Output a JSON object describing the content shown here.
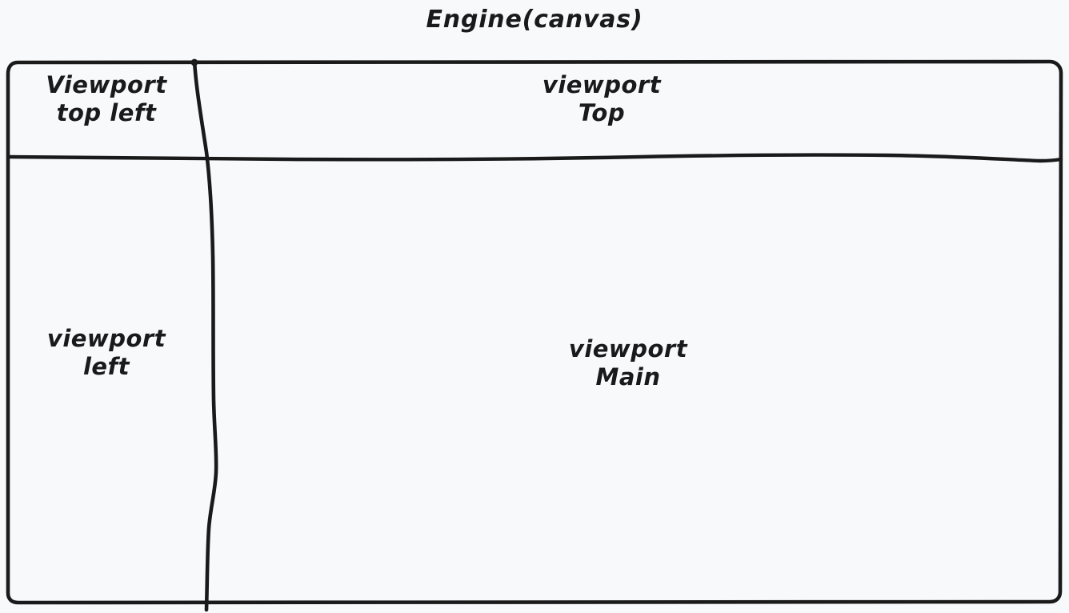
{
  "canvas": {
    "title": "Engine(canvas)",
    "background_color": "#f7f9fb",
    "stroke_color": "#1a1a1a",
    "text_color": "#1a1a1a",
    "style": "hand-drawn"
  },
  "diagram": {
    "outer_frame_name": "engine-canvas-frame",
    "regions": [
      {
        "id": "viewport-top-left",
        "label": "Viewport\ntop left",
        "line1": "Viewport",
        "line2": "top left"
      },
      {
        "id": "viewport-top",
        "label": "viewport\nTop",
        "line1": "viewport",
        "line2": "Top"
      },
      {
        "id": "viewport-left",
        "label": "viewport\nleft",
        "line1": "viewport",
        "line2": "left"
      },
      {
        "id": "viewport-main",
        "label": "viewport\nMain",
        "line1": "viewport",
        "line2": "Main"
      }
    ],
    "dividers": [
      {
        "id": "vertical-divider",
        "orientation": "vertical"
      },
      {
        "id": "horizontal-divider",
        "orientation": "horizontal"
      }
    ]
  }
}
